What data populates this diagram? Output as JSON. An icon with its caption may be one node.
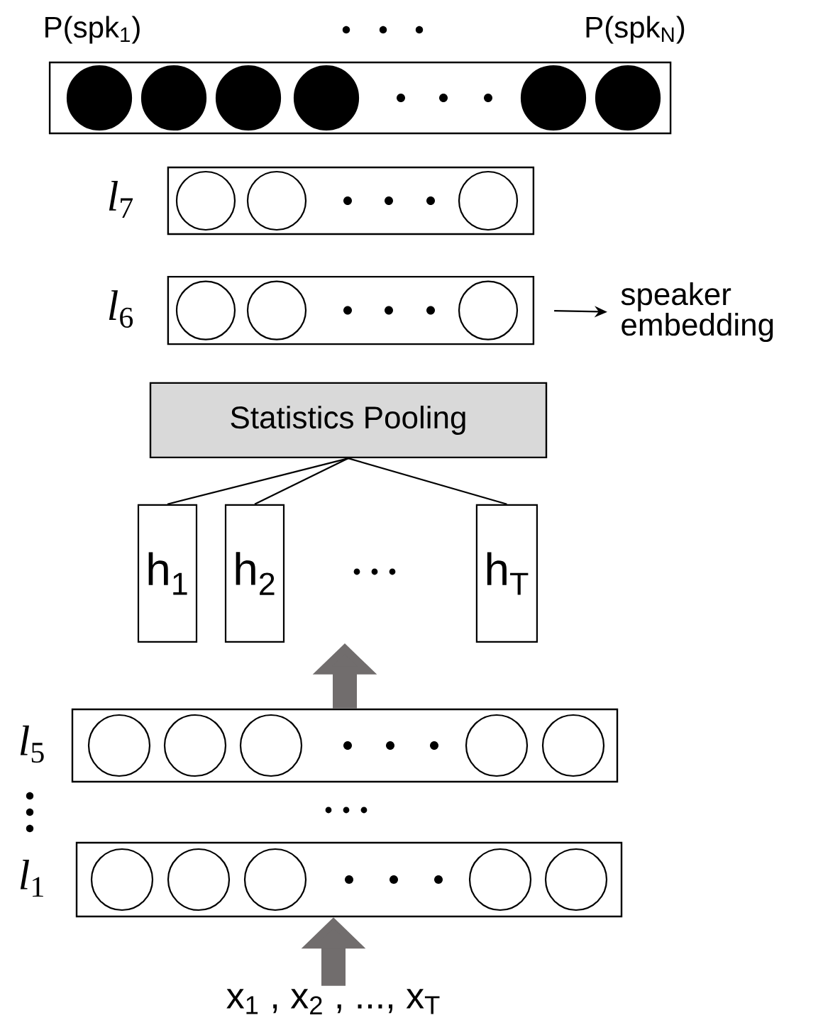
{
  "diagram": {
    "nodes": [
      {
        "text": [],
        "shape": "box"
      },
      {
        "text": [],
        "shape": "box",
        "beside": [
          "*l*$_{7}$"
        ]
      },
      {
        "text": [],
        "shape": "box",
        "beside": [
          "*l*$_{6}$"
        ]
      },
      {
        "text": [
          "speaker embedding"
        ]
      },
      {
        "text": [
          "Statistics Pooling"
        ]
      },
      {
        "text": [
          "h$_{1}$"
        ]
      },
      {
        "text": [
          "h$_{2}$"
        ]
      },
      {
        "text": [
          "h$_{T}$"
        ]
      },
      {
        "text": [],
        "shape": "box",
        "beside": [
          "*l*$_{5}$"
        ]
      },
      {
        "text": [],
        "shape": "box",
        "beside": [
          "*l*$_{1}$"
        ]
      },
      {
        "text": [
          "x$_{1}$ , x$_{2}$ , ..., x$_{T}$"
        ]
      }
    ],
    "edges": [
      {
        "from": 2,
        "to": 3,
        "arrow": "to"
      },
      {
        "from": 5,
        "to": 4,
        "arrow": "none"
      },
      {
        "from": 6,
        "to": 4,
        "arrow": "none"
      },
      {
        "from": 7,
        "to": 4,
        "arrow": "none"
      },
      {
        "from": 8,
        "to": null,
        "arrow": "to",
        "style": "thick",
        "color": "#716d6d"
      },
      {
        "from": 10,
        "to": 9,
        "arrow": "to",
        "style": "thick",
        "color": "#716d6d"
      }
    ],
    "labels": [
      "P(spk$_{1}$)",
      "P(spk$_{N}$)"
    ]
  }
}
